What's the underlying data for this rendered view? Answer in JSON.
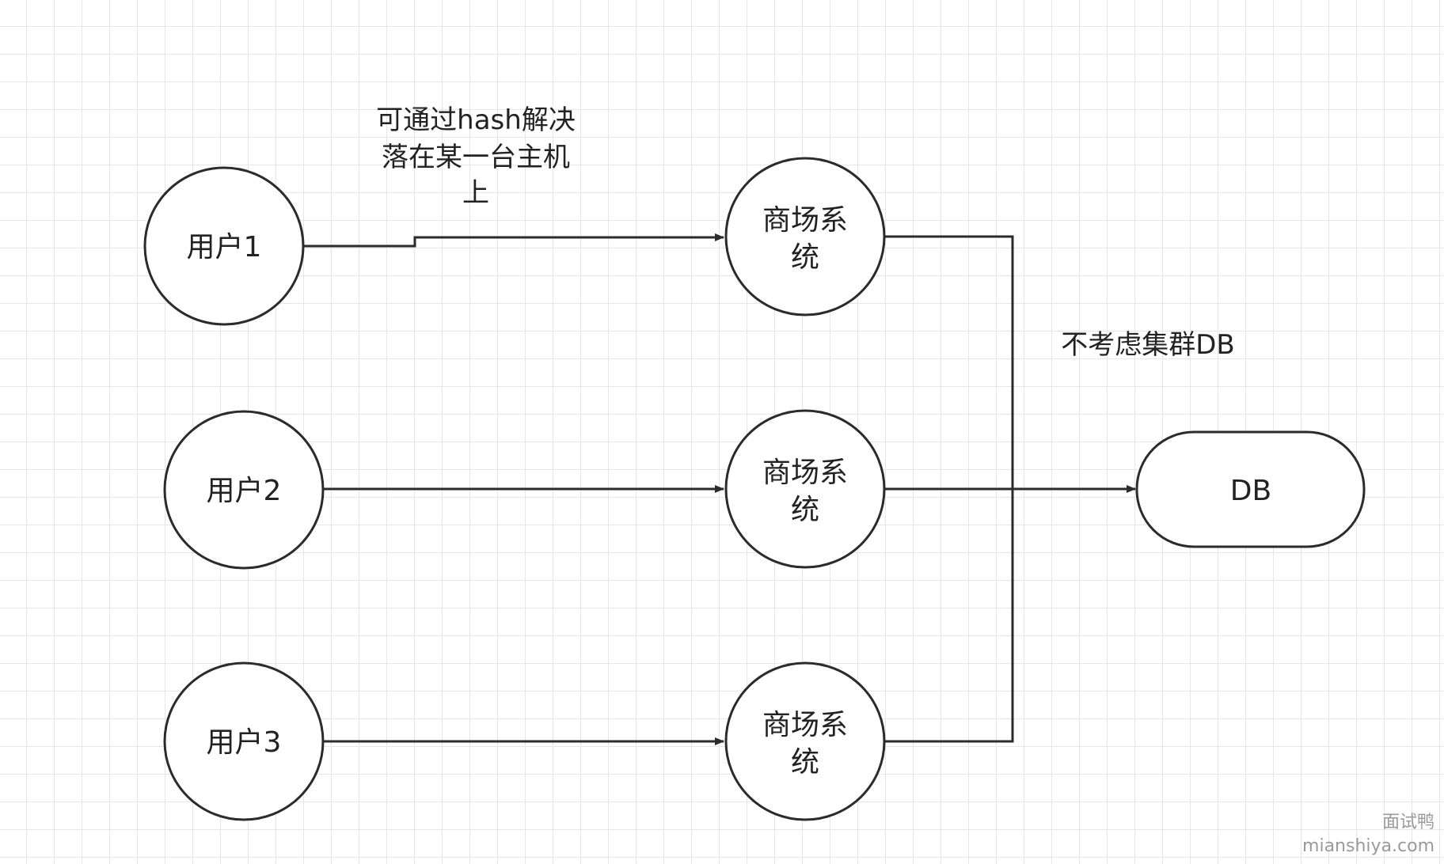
{
  "nodes": {
    "user1": "用户1",
    "user2": "用户2",
    "user3": "用户3",
    "mall1": [
      "商场系",
      "统"
    ],
    "mall2": [
      "商场系",
      "统"
    ],
    "mall3": [
      "商场系",
      "统"
    ],
    "db": "DB"
  },
  "notes": {
    "hash": [
      "可通过hash解决",
      "落在某一台主机",
      "上"
    ],
    "cluster": "不考虑集群DB"
  },
  "watermark": [
    "面试鸭",
    "mianshiya.com"
  ],
  "colors": {
    "stroke": "#2b2b2b",
    "grid": "#e6e6e6",
    "watermark": "#9a9a9a"
  }
}
